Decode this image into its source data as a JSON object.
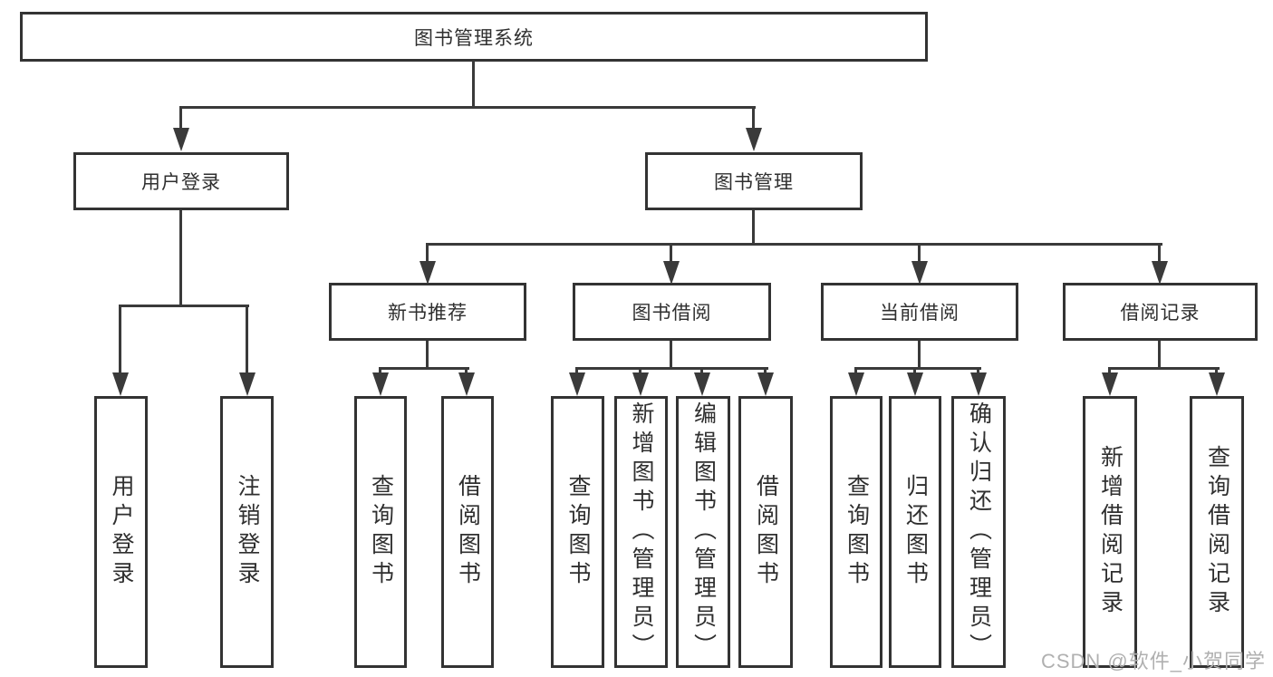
{
  "tree": {
    "root": {
      "label": "图书管理系统"
    },
    "level2": [
      {
        "label": "用户登录",
        "children": [
          "用户登录",
          "注销登录"
        ]
      },
      {
        "label": "图书管理"
      }
    ],
    "level3": [
      {
        "label": "新书推荐",
        "children": [
          "查询图书",
          "借阅图书"
        ]
      },
      {
        "label": "图书借阅",
        "children": [
          "查询图书",
          "新增图书（管理员）",
          "编辑图书（管理员）",
          "借阅图书"
        ]
      },
      {
        "label": "当前借阅",
        "children": [
          "查询图书",
          "归还图书",
          "确认归还（管理员）"
        ]
      },
      {
        "label": "借阅记录",
        "children": [
          "新增借阅记录",
          "查询借阅记录"
        ]
      }
    ]
  },
  "watermark": {
    "text": "CSDN @软件_小贺同学"
  },
  "colors": {
    "line": "#3a3a3a",
    "box_border": "#333333",
    "text": "#2f2f2f",
    "background": "#ffffff",
    "watermark": "#b0b0b0"
  }
}
